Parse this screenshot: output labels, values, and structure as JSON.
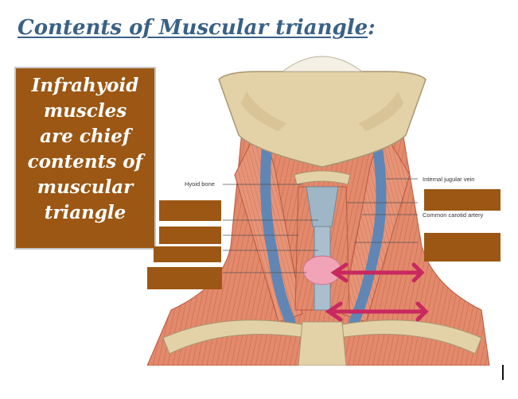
{
  "title": {
    "main": "Contents of Muscular triangle",
    "colon": ":"
  },
  "callout": {
    "lines": [
      "Infrahyoid",
      "muscles",
      "are chief",
      "contents of",
      "muscular",
      "triangle"
    ]
  },
  "figure": {
    "labels": {
      "hyoid_bone": "Hyoid bone",
      "internal_jugular_vein": "Internal jugular vein",
      "common_carotid_artery": "Common carotid artery"
    }
  },
  "colors": {
    "title": "#3a6186",
    "callout_bg": "#9b5713",
    "arrow": "#c8285f",
    "bone": "#e3d2a8",
    "muscle": "#e38a6c",
    "vein": "#5f86b5"
  }
}
